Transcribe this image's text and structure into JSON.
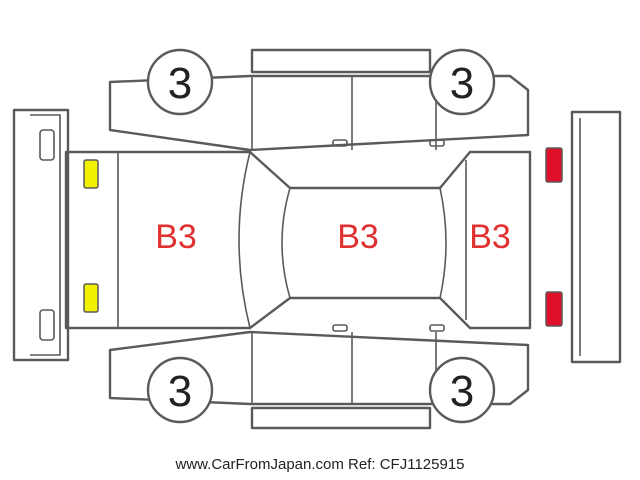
{
  "colors": {
    "panel_grade_text": "#e03030",
    "front_lights": "#f2f200",
    "rear_lights": "#e0102a",
    "outline": "#5a5a5a"
  },
  "panels": {
    "hood": "B3",
    "roof": "B3",
    "trunk": "B3"
  },
  "tires": {
    "front_left": "3",
    "rear_left": "3",
    "front_right": "3",
    "rear_right": "3"
  },
  "footer": {
    "site": "www.CarFromJapan.com",
    "ref": "Ref: CFJ1125915"
  }
}
